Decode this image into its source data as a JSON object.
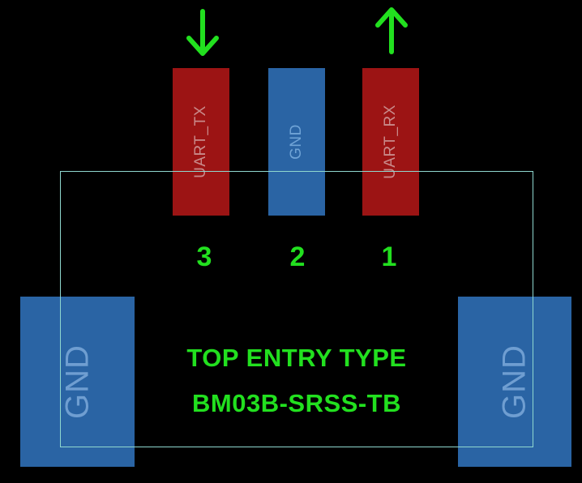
{
  "pads": {
    "pin3_label": "UART_TX",
    "pin2_label": "GND",
    "pin1_label": "UART_RX",
    "left_mount_label": "GND",
    "right_mount_label": "GND"
  },
  "pin_numbers": {
    "pin3": "3",
    "pin2": "2",
    "pin1": "1"
  },
  "center_text": {
    "line1": "TOP ENTRY TYPE",
    "line2": "BM03B-SRSS-TB"
  },
  "arrows": {
    "pin3": "arrow-down-icon",
    "pin1": "arrow-up-icon"
  },
  "colors": {
    "background": "#000000",
    "signal_pad": "#9c1414",
    "ground_pad": "#2a64a4",
    "annotation_green": "#22e01f",
    "outline": "#8fd8cf"
  }
}
